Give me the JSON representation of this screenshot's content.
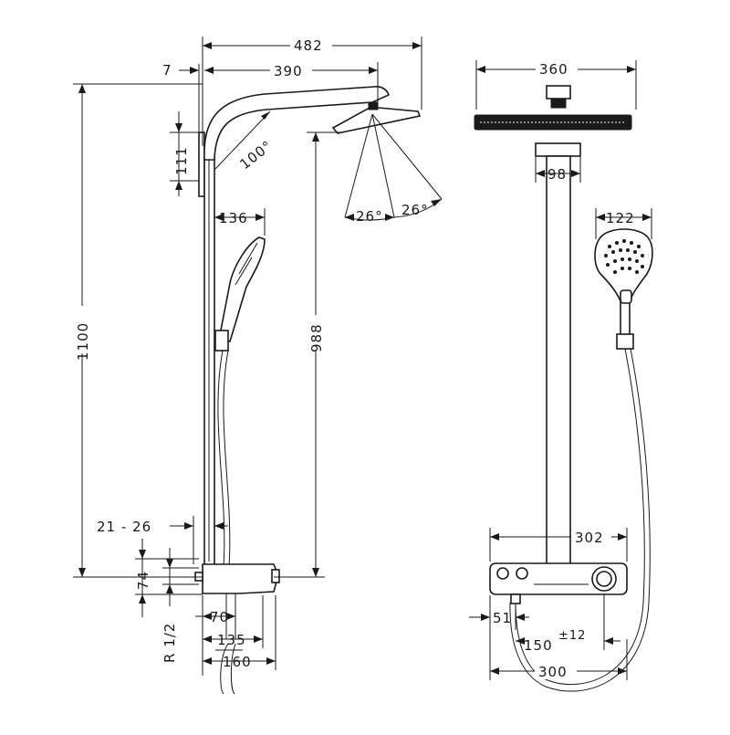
{
  "dimensions": {
    "d482": "482",
    "d7": "7",
    "d390": "390",
    "d111": "111",
    "d100deg": "100°",
    "d26a": "26°",
    "d26b": "26°",
    "d136": "136",
    "d1100": "1100",
    "d988": "988",
    "d21_26": "21 - 26",
    "d74": "74",
    "d70": "70",
    "d135": "135",
    "d160": "160",
    "thread": "R 1/2",
    "d360": "360",
    "d98": "98",
    "d122": "122",
    "d302": "302",
    "d51": "51",
    "d150": "150",
    "d150_tol": "±12",
    "d300": "300"
  },
  "colors": {
    "line": "#1a1a1a",
    "background": "#ffffff"
  }
}
